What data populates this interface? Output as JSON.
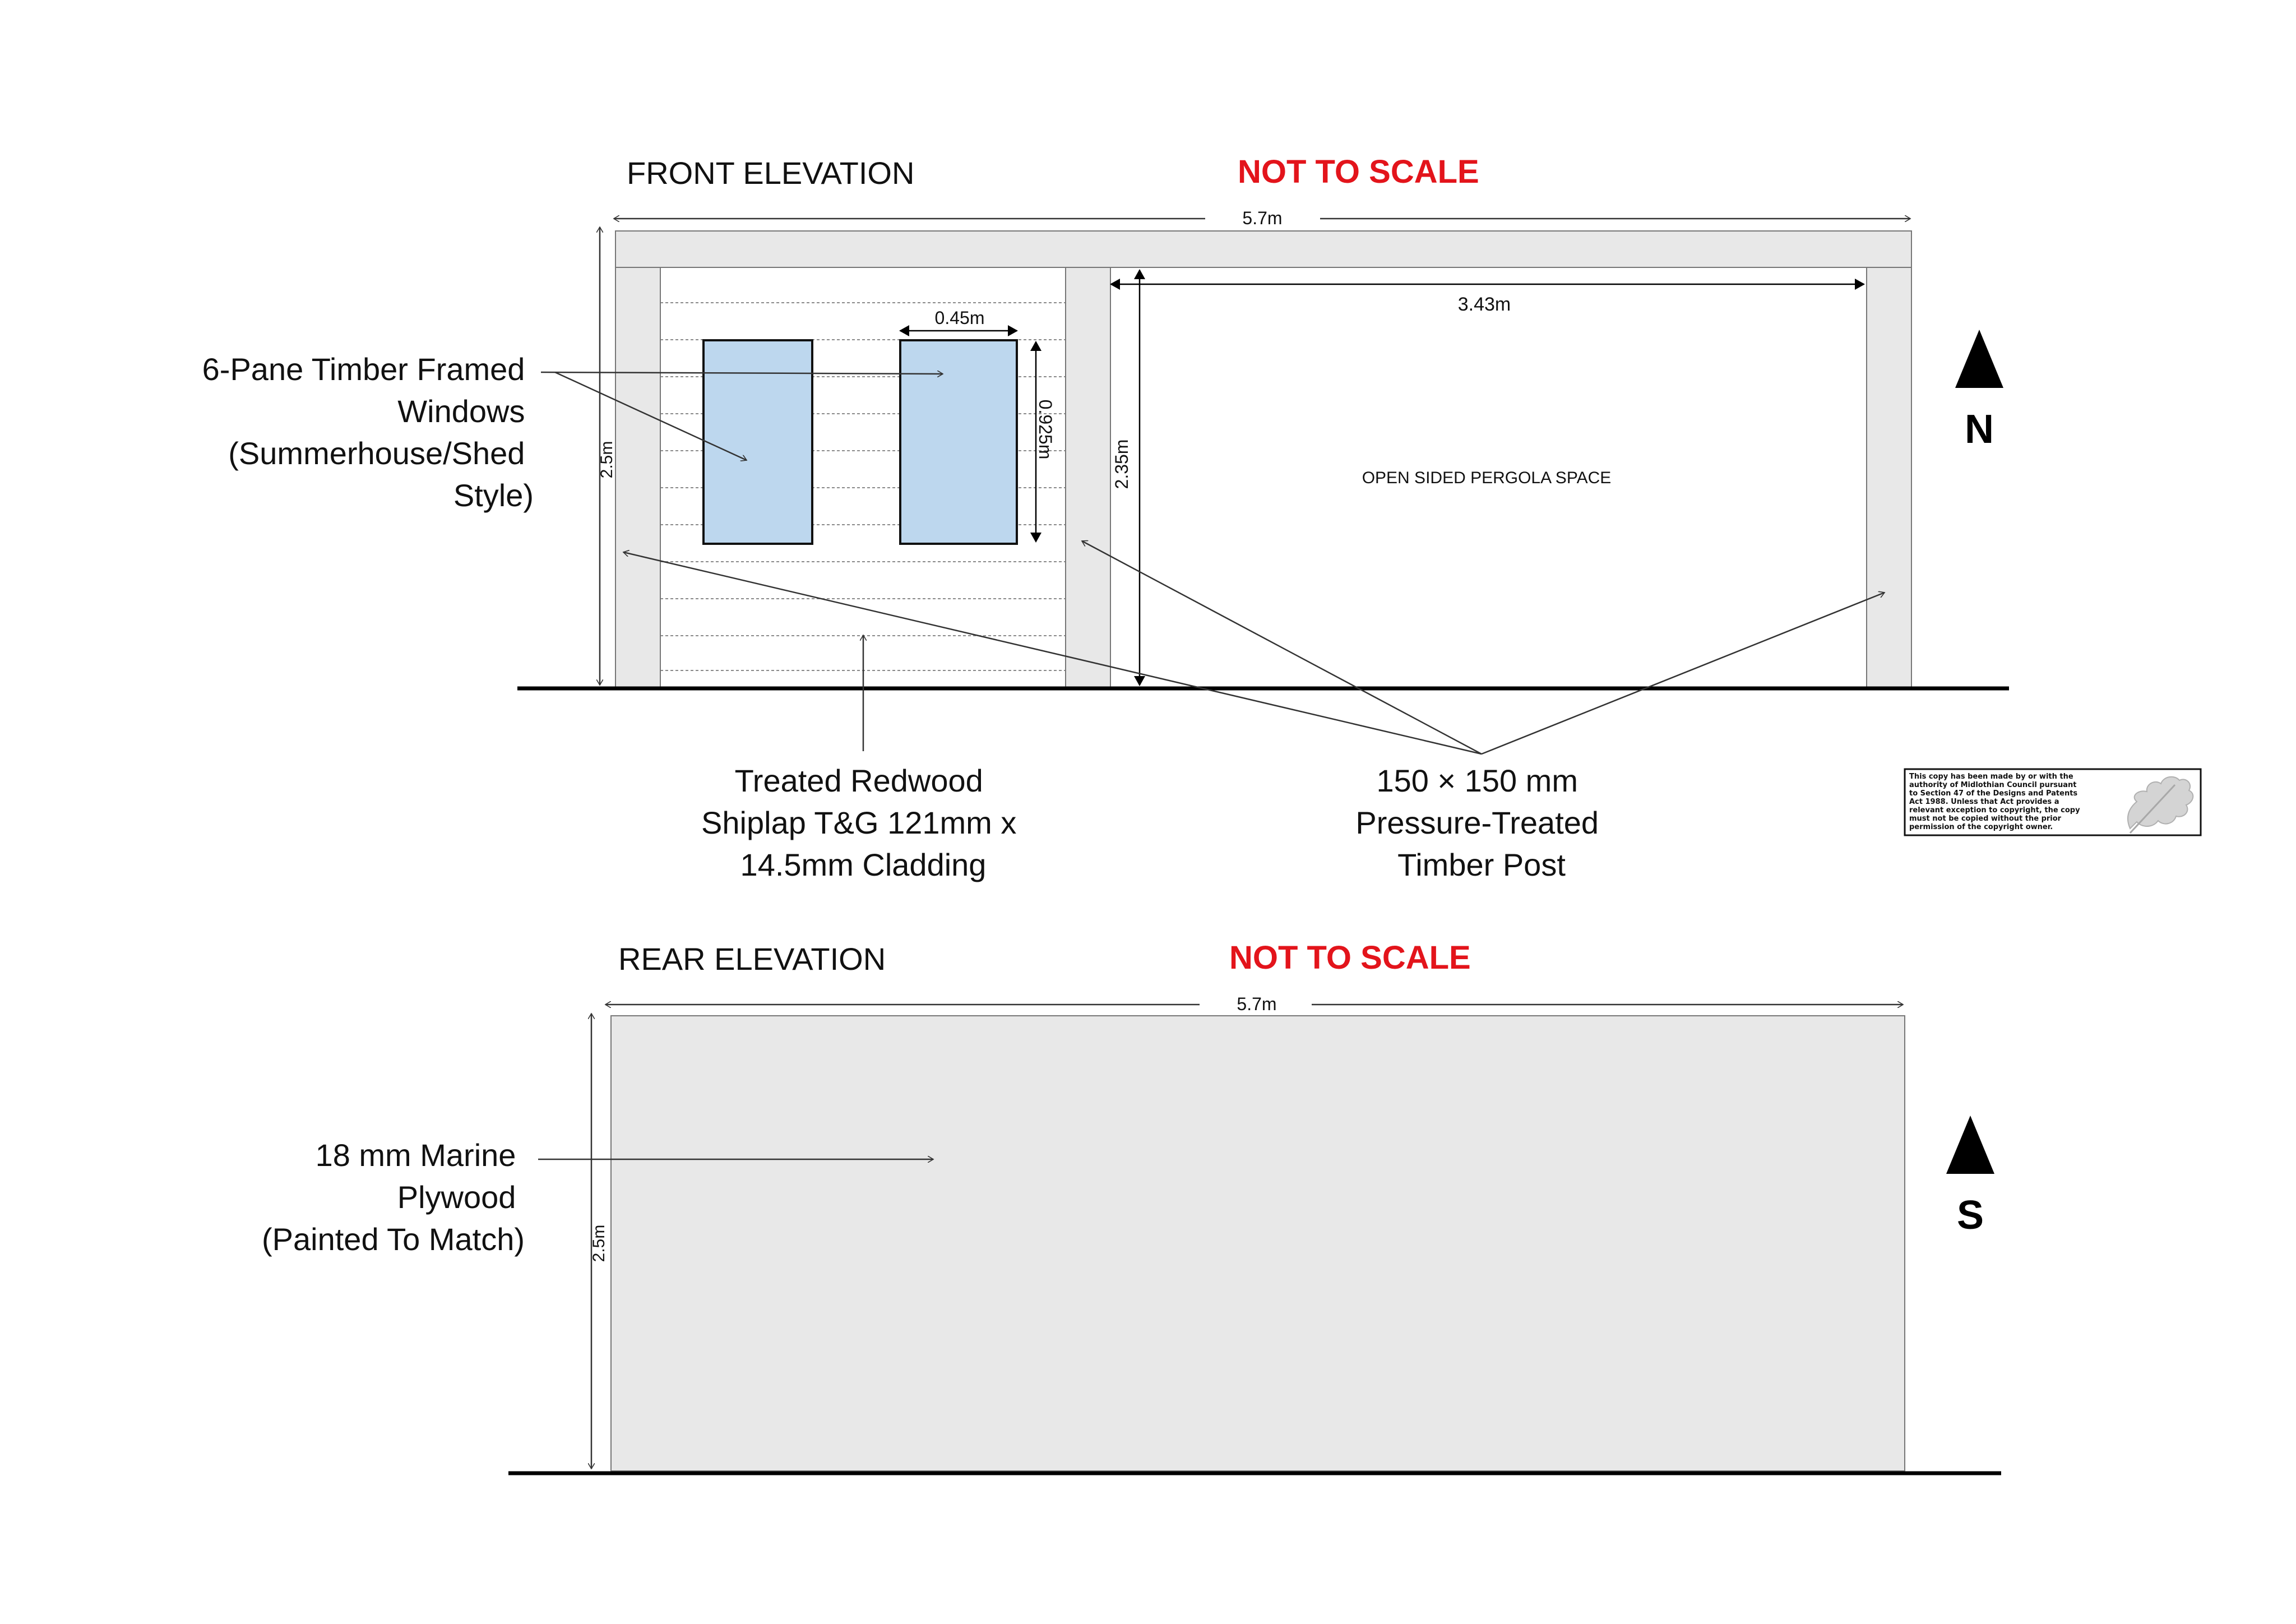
{
  "front_elevation": {
    "title": "FRONT ELEVATION",
    "scale_note": "NOT TO SCALE",
    "overall_width": "5.7m",
    "overall_height": "2.5m",
    "opening_width": "3.43m",
    "opening_height": "2.35m",
    "window_width": "0.45m",
    "window_height": "0.925m",
    "pergola_label": "OPEN SIDED PERGOLA SPACE",
    "windows_callout": [
      "6-Pane Timber Framed",
      "Windows",
      "(Summerhouse/Shed",
      "Style)"
    ],
    "cladding_callout": [
      "Treated Redwood",
      "Shiplap T&G 121mm x",
      "14.5mm Cladding"
    ],
    "post_callout": [
      "150 × 150 mm",
      "Pressure-Treated",
      "Timber Post"
    ],
    "compass": "N"
  },
  "rear_elevation": {
    "title": "REAR ELEVATION",
    "scale_note": "NOT TO SCALE",
    "overall_width": "5.7m",
    "overall_height": "2.5m",
    "panel_callout": [
      "18 mm Marine",
      "Plywood",
      "(Painted To Match)"
    ],
    "compass": "S"
  },
  "copyright_notice": {
    "lines": [
      "This copy has been made by or with the",
      "authority of Midlothian Council pursuant",
      "to Section 47 of the Designs and Patents",
      "Act 1988. Unless that Act provides a",
      "relevant exception to copyright, the copy",
      "must not be copied without the prior",
      "permission of the copyright owner."
    ]
  },
  "colors": {
    "scale_note": "#e3141b",
    "panel_fill": "#e8e8e8",
    "window_fill": "#bdd7ee",
    "line": "#333333"
  }
}
